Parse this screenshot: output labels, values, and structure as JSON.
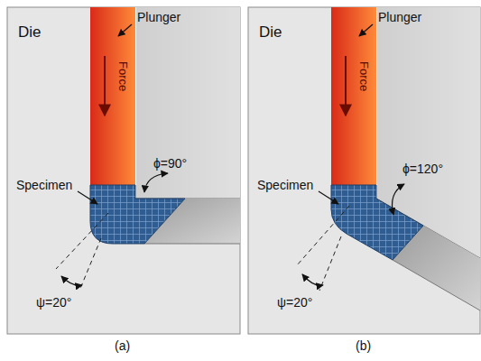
{
  "diagram": {
    "nodes": [
      {
        "text": [
          "Die"
        ]
      },
      {
        "text": [
          "Force"
        ],
        "in": 0
      },
      {
        "text": [
          "Die"
        ]
      },
      {
        "text": [
          "Force"
        ],
        "in": 2
      }
    ],
    "labels": [
      "Plunger",
      "Specimen",
      "ϕ=90°",
      "ψ=20°",
      "(a)",
      "Plunger",
      "Specimen",
      "ϕ=120°",
      "ψ=20°",
      "(b)"
    ]
  }
}
